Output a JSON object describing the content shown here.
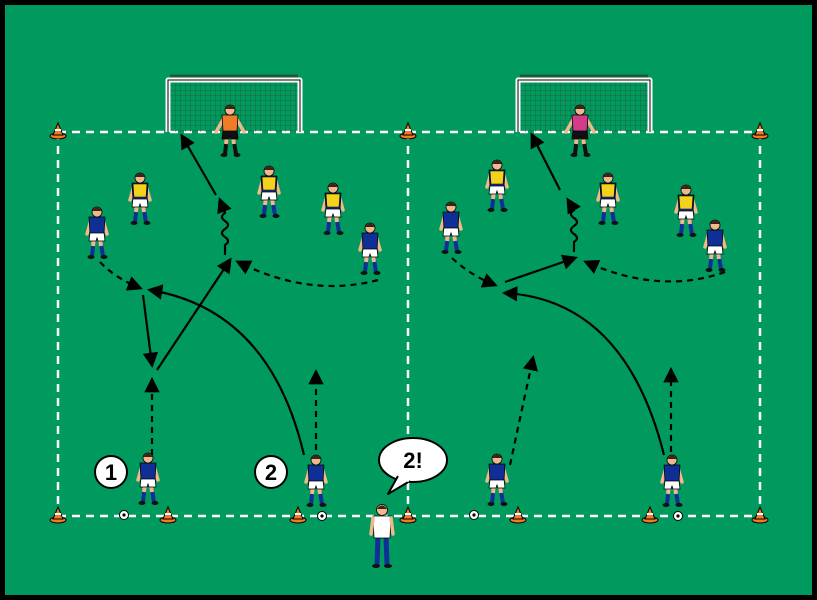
{
  "colors": {
    "pitch": "#009a5e",
    "border": "#000000",
    "team_home": "#0f2f96",
    "team_bibs": "#f2d21b",
    "keeper_left": "#f07c27",
    "keeper_right": "#d43b8a",
    "coach_shirt": "#ffffff",
    "cone": "#f07a26",
    "lines": "#ffffff",
    "arrows": "#000000"
  },
  "labels": {
    "player_1": "1",
    "player_2": "2",
    "coach_call": "2!"
  },
  "icons": {
    "goal": "goal-net-icon",
    "cone": "cone-icon",
    "ball": "soccer-ball-icon",
    "player": "player-figure-icon"
  }
}
